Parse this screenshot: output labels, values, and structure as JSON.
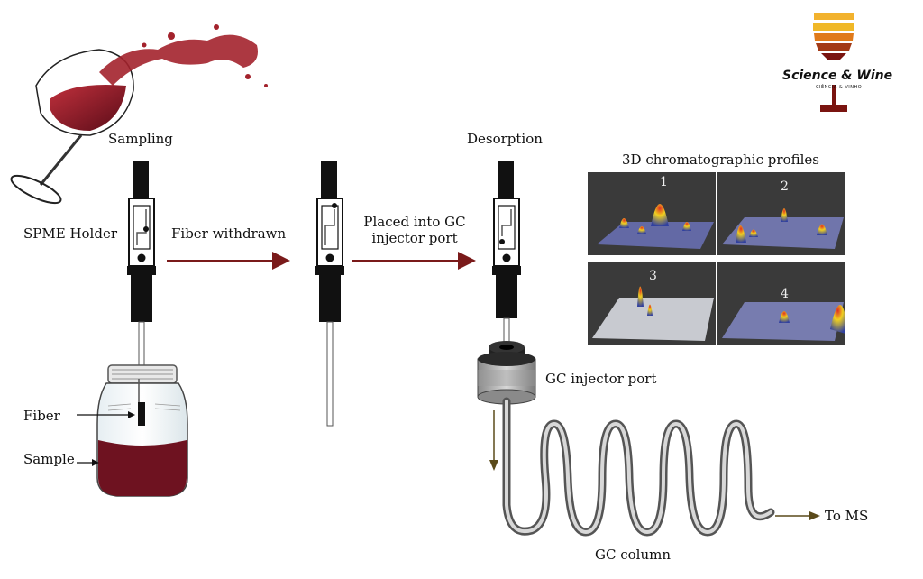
{
  "logo": {
    "title": "Science & Wine",
    "subtitle": "CIÊNCIA & VINHO",
    "colors": [
      "#f2b22e",
      "#e07a1a",
      "#a33a16",
      "#7a1410"
    ]
  },
  "labels": {
    "sampling": "Sampling",
    "spme_holder": "SPME Holder",
    "fiber_withdrawn": "Fiber withdrawn",
    "placed_line1": "Placed into GC",
    "placed_line2": "injector port",
    "desorption": "Desorption",
    "fiber": "Fiber",
    "sample": "Sample",
    "gc_injector_port": "GC injector port",
    "gc_column": "GC column",
    "to_ms": "To MS",
    "profiles_title": "3D chromatographic profiles"
  },
  "profiles": [
    {
      "number": "1"
    },
    {
      "number": "2"
    },
    {
      "number": "3"
    },
    {
      "number": "4"
    }
  ],
  "colors": {
    "arrow": "#7a1a1a",
    "wine": "#6e1220",
    "small_arrow": "#5a4a1a"
  }
}
